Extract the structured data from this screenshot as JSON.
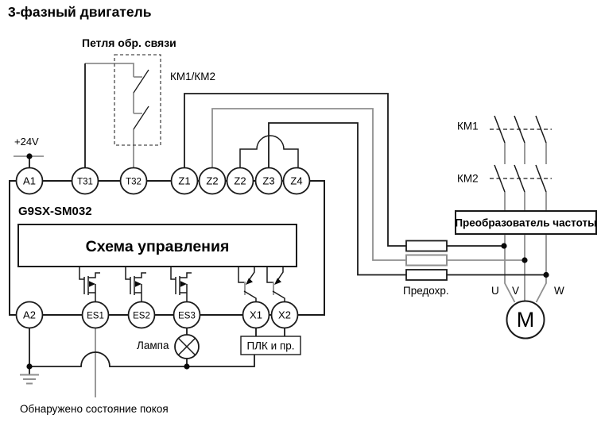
{
  "title": "3-фазный двигатель",
  "module": {
    "name": "G9SX-SM032",
    "control_label": "Схема управления",
    "top_terminals": [
      "A1",
      "T31",
      "T32",
      "Z1",
      "Z2",
      "Z2",
      "Z3",
      "Z4"
    ],
    "bottom_terminals": [
      "A2",
      "ES1",
      "ES2",
      "ES3",
      "X1",
      "X2"
    ]
  },
  "labels": {
    "feedback_loop": "Петля обр. связи",
    "contactors_pair": "КМ1/КМ2",
    "supply": "+24V",
    "km1": "КМ1",
    "km2": "КМ2",
    "frequency_converter": "Преобразователь частоты",
    "fuses": "Предохр.",
    "lamp": "Лампа",
    "plc": "ПЛК и пр.",
    "standstill": "Обнаружено состояние покоя",
    "motor": "M",
    "phase_u": "U",
    "phase_v": "V",
    "phase_w": "W"
  },
  "colors": {
    "wire_black": "#1a1a1a",
    "wire_gray": "#8f8f8f",
    "text": "#000000",
    "background": "#ffffff"
  }
}
